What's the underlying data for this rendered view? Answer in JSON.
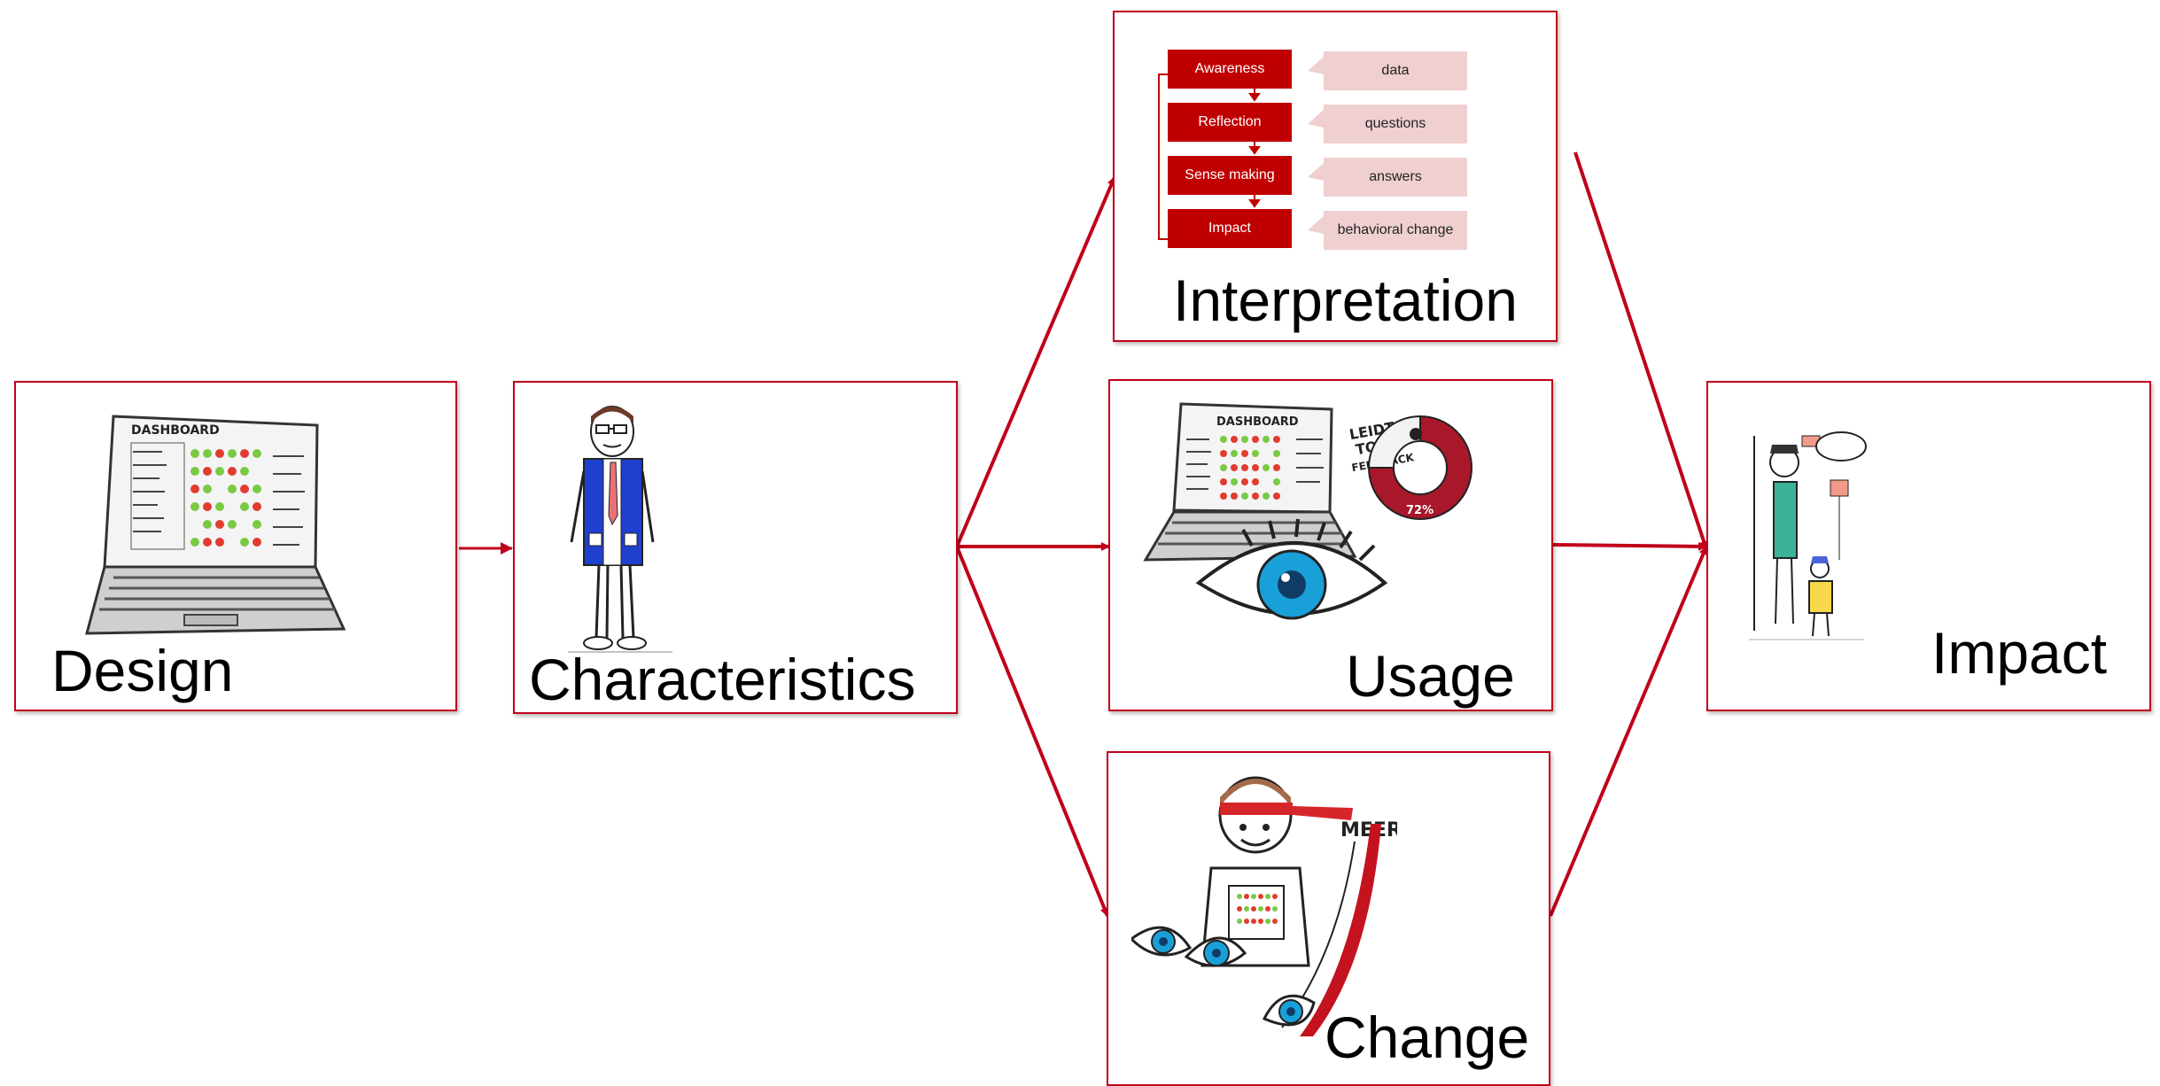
{
  "colors": {
    "accent": "#c0001a",
    "flow_node": "#c00000",
    "flow_note": "#efcfd0"
  },
  "boxes": {
    "design": {
      "label": "Design",
      "icon": "laptop-dashboard-illustration"
    },
    "characteristics": {
      "label": "Characteristics",
      "icon": "student-illustration"
    },
    "interpretation": {
      "label": "Interpretation"
    },
    "usage": {
      "label": "Usage",
      "icon": "eye-dashboard-illustration"
    },
    "change": {
      "label": "Change",
      "icon": "student-headband-illustration"
    },
    "impact": {
      "label": "Impact",
      "icon": "students-impact-illustration"
    }
  },
  "flow": {
    "steps": [
      {
        "label": "Awareness",
        "note": "data"
      },
      {
        "label": "Reflection",
        "note": "questions"
      },
      {
        "label": "Sense making",
        "note": "answers"
      },
      {
        "label": "Impact",
        "note": "behavioral change"
      }
    ]
  },
  "sketch_text": {
    "dashboard_title": "DASHBOARD",
    "leidt_line1": "LEIDT",
    "leidt_line2": "TOT",
    "leidt_line3": "FEEDBACK",
    "gauge_value": "72%",
    "meer": "MEER"
  }
}
